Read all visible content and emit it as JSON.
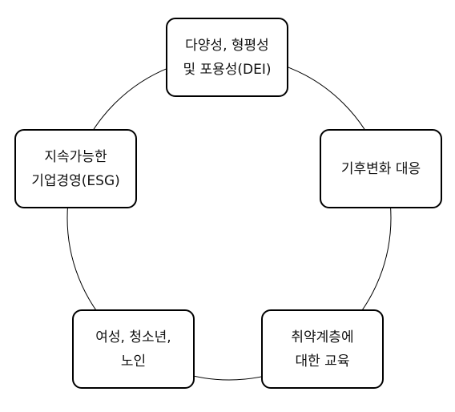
{
  "diagram": {
    "nodes": [
      {
        "id": "dei",
        "label": "다양성, 형평성\n및 포용성(DEI)"
      },
      {
        "id": "climate",
        "label": "기후변화 대응"
      },
      {
        "id": "vulnerable",
        "label": "취약계층에\n대한 교육"
      },
      {
        "id": "women",
        "label": "여성, 청소년,\n노인"
      },
      {
        "id": "esg",
        "label": "지속가능한\n기업경영(ESG)"
      }
    ],
    "edges": "closed-cycle"
  }
}
